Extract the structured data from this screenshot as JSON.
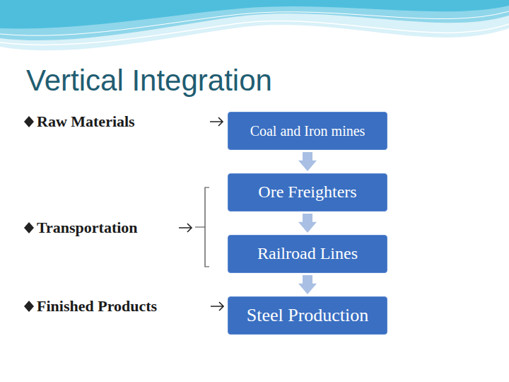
{
  "diagram": {
    "title": "Vertical Integration",
    "nodes": [
      {
        "text": [
          "Coal and Iron mines"
        ]
      },
      {
        "text": [
          "Ore Freighters"
        ]
      },
      {
        "text": [
          "Railroad Lines"
        ]
      },
      {
        "text": [
          "Steel Production"
        ]
      }
    ],
    "edges": [
      {
        "from": 0,
        "to": 1,
        "arrow": "to"
      },
      {
        "from": 1,
        "to": 2,
        "arrow": "to"
      },
      {
        "from": 2,
        "to": 3,
        "arrow": "to"
      }
    ],
    "labels": [
      "Raw Materials",
      "Transportation",
      "Finished Products"
    ]
  }
}
